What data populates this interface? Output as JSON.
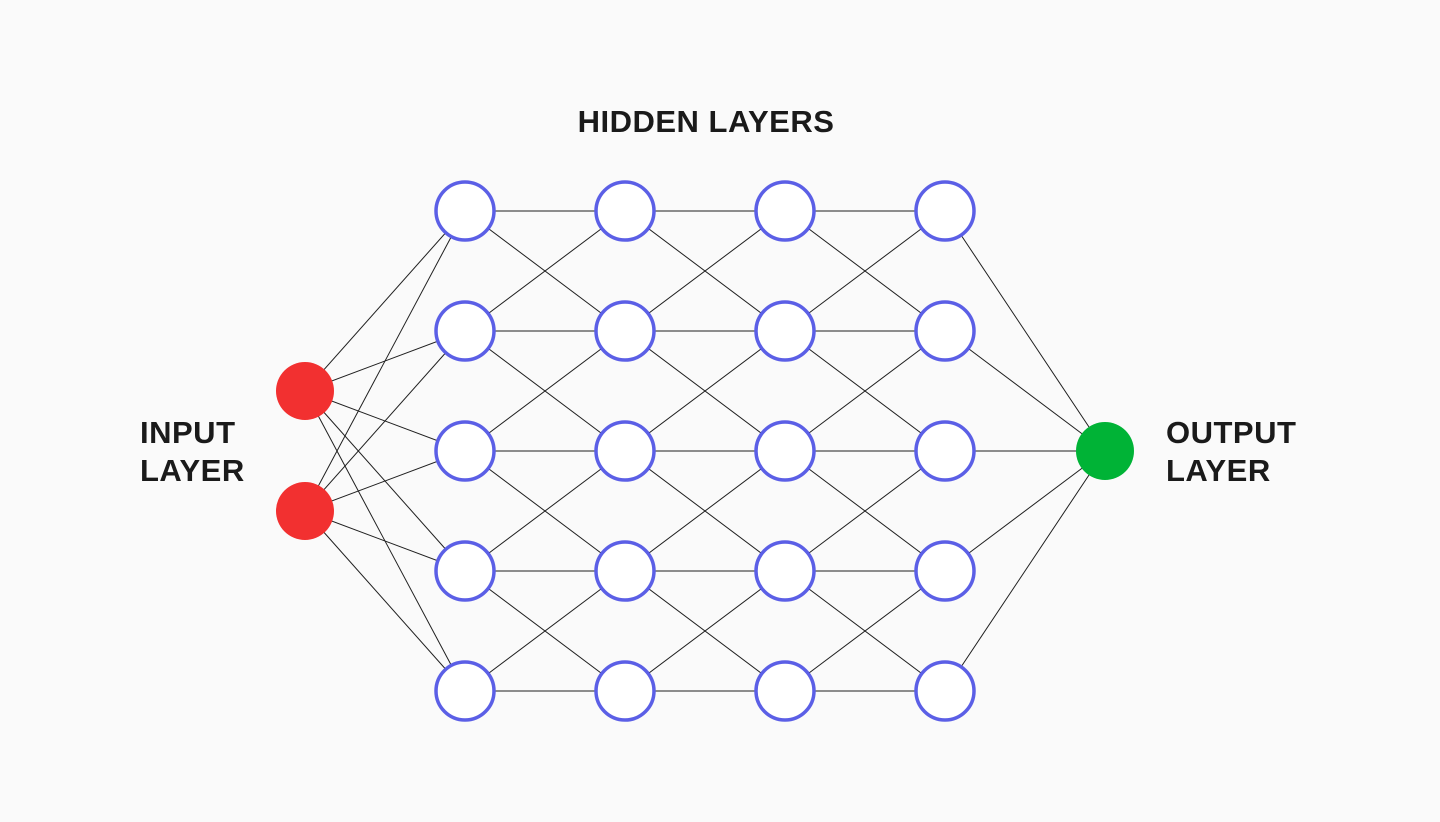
{
  "labels": {
    "hidden": "HIDDEN LAYERS",
    "input_line1": "INPUT",
    "input_line2": "LAYER",
    "output_line1": "OUTPUT",
    "output_line2": "LAYER"
  },
  "network": {
    "layers": [
      {
        "type": "input",
        "nodes": 2
      },
      {
        "type": "hidden",
        "nodes": 5
      },
      {
        "type": "hidden",
        "nodes": 5
      },
      {
        "type": "hidden",
        "nodes": 5
      },
      {
        "type": "hidden",
        "nodes": 5
      },
      {
        "type": "output",
        "nodes": 1
      }
    ],
    "connections": "adjacent"
  },
  "colors": {
    "background": "#fafafa",
    "input_node": "#f23030",
    "output_node": "#00b336",
    "hidden_stroke": "#5b5fe6",
    "hidden_fill": "#ffffff",
    "edge": "#1f1f1f",
    "text": "#1a1a1a"
  }
}
